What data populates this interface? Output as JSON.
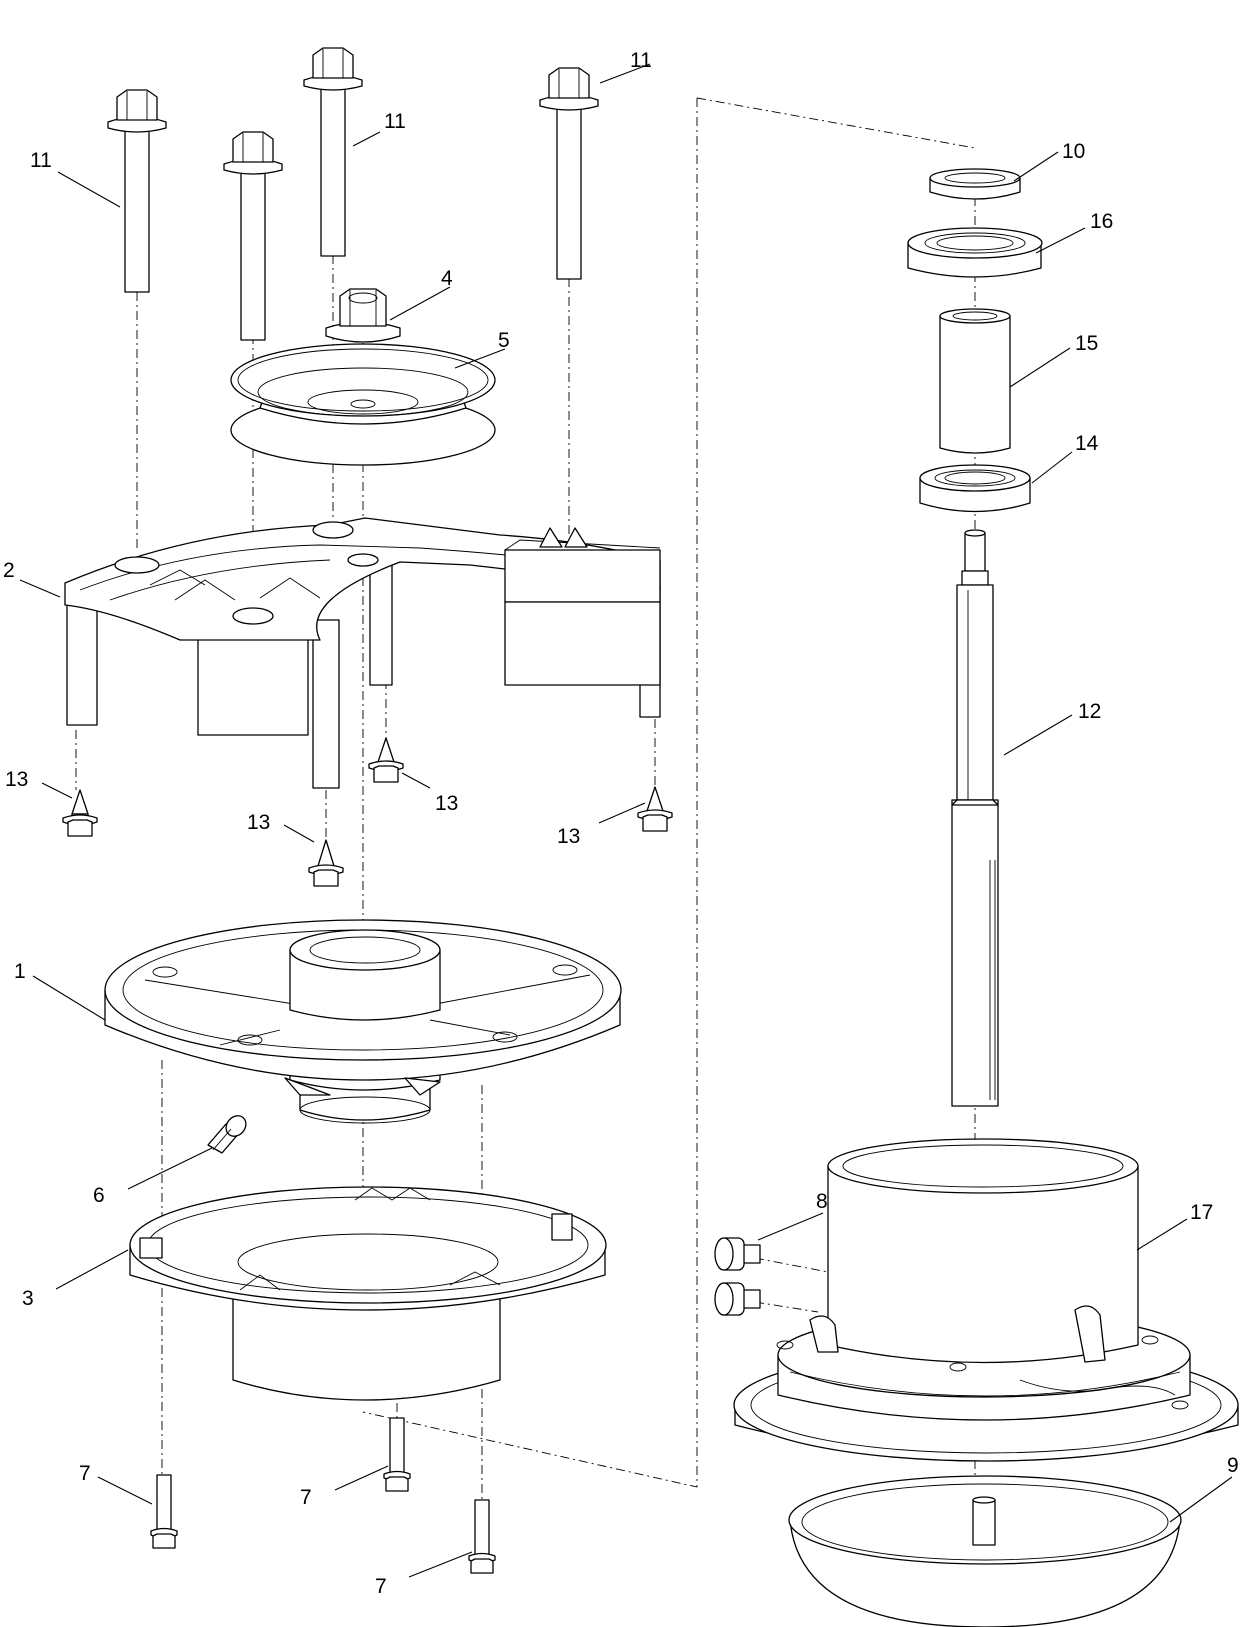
{
  "callouts": [
    {
      "id": "c11a",
      "label": "11"
    },
    {
      "id": "c11b",
      "label": "11"
    },
    {
      "id": "c11c",
      "label": "11"
    },
    {
      "id": "c11d",
      "label": "11"
    },
    {
      "id": "c4",
      "label": "4"
    },
    {
      "id": "c5",
      "label": "5"
    },
    {
      "id": "c2",
      "label": "2"
    },
    {
      "id": "c13a",
      "label": "13"
    },
    {
      "id": "c13b",
      "label": "13"
    },
    {
      "id": "c13c",
      "label": "13"
    },
    {
      "id": "c13d",
      "label": "13"
    },
    {
      "id": "c1",
      "label": "1"
    },
    {
      "id": "c6",
      "label": "6"
    },
    {
      "id": "c3",
      "label": "3"
    },
    {
      "id": "c7a",
      "label": "7"
    },
    {
      "id": "c7b",
      "label": "7"
    },
    {
      "id": "c7c",
      "label": "7"
    },
    {
      "id": "c10",
      "label": "10"
    },
    {
      "id": "c16",
      "label": "16"
    },
    {
      "id": "c15",
      "label": "15"
    },
    {
      "id": "c14",
      "label": "14"
    },
    {
      "id": "c12",
      "label": "12"
    },
    {
      "id": "c8",
      "label": "8"
    },
    {
      "id": "c17",
      "label": "17"
    },
    {
      "id": "c9",
      "label": "9"
    }
  ]
}
